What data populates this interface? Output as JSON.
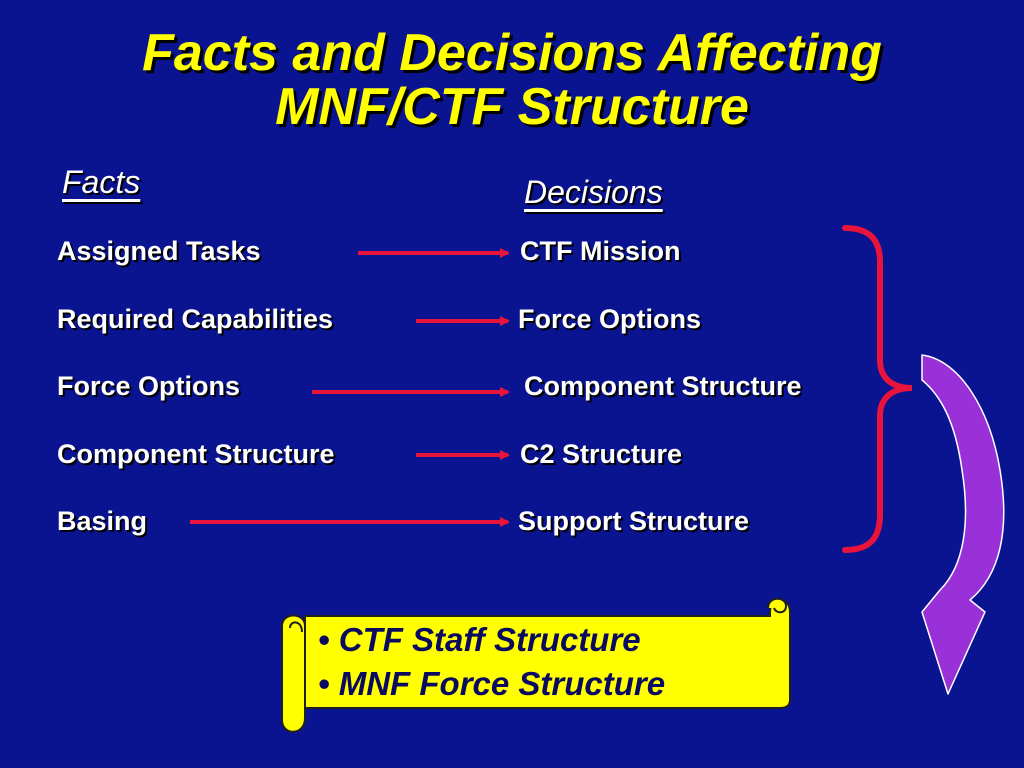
{
  "title": {
    "line1": "Facts and Decisions Affecting",
    "line2": "MNF/CTF Structure"
  },
  "headers": {
    "facts": "Facts",
    "decisions": "Decisions"
  },
  "rows": [
    {
      "fact": "Assigned Tasks",
      "decision": "CTF Mission"
    },
    {
      "fact": "Required Capabilities",
      "decision": "Force Options"
    },
    {
      "fact": "Force Options",
      "decision": "Component Structure"
    },
    {
      "fact": "Component Structure",
      "decision": "C2 Structure"
    },
    {
      "fact": "Basing",
      "decision": "Support Structure"
    }
  ],
  "scroll": {
    "bullet": "•",
    "items": [
      "CTF Staff Structure",
      "MNF Force Structure"
    ]
  },
  "colors": {
    "background": "#0a1490",
    "title": "#ffff00",
    "arrow": "#e8143c",
    "brace": "#e8143c",
    "curved_arrow": "#9a30d8",
    "scroll": "#ffff00"
  }
}
